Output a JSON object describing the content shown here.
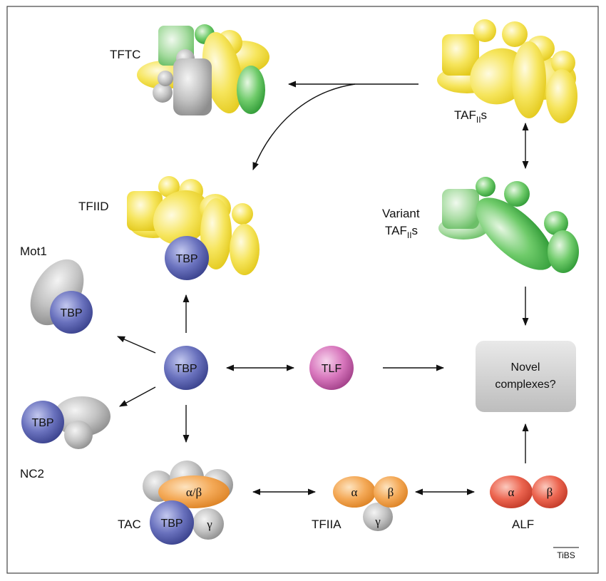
{
  "labels": {
    "tftc": "TFTC",
    "tafs_main": "TAF",
    "tafs_sub": "II",
    "tafs_tail": "s",
    "tfiid": "TFIID",
    "variant_line1": "Variant",
    "variant_main": "TAF",
    "variant_sub": "II",
    "variant_tail": "s",
    "mot1": "Mot1",
    "nc2": "NC2",
    "tac": "TAC",
    "tfiia": "TFIIA",
    "alf": "ALF",
    "novel_line1": "Novel",
    "novel_line2": "complexes?",
    "tbp": "TBP",
    "tlf": "TLF",
    "alpha_beta": "α/β",
    "alpha": "α",
    "beta": "β",
    "gamma": "γ",
    "journal_mark": "TiBS"
  },
  "colors": {
    "taf_yellow": "#f4e24a",
    "taf_green": "#5cc25c",
    "tbp_blue": "#5b64b0",
    "tlf_pink": "#d46bb3",
    "grey": "#b9b9b9",
    "tfiia_orange": "#f3a24a",
    "alf_red": "#ea5a45"
  }
}
